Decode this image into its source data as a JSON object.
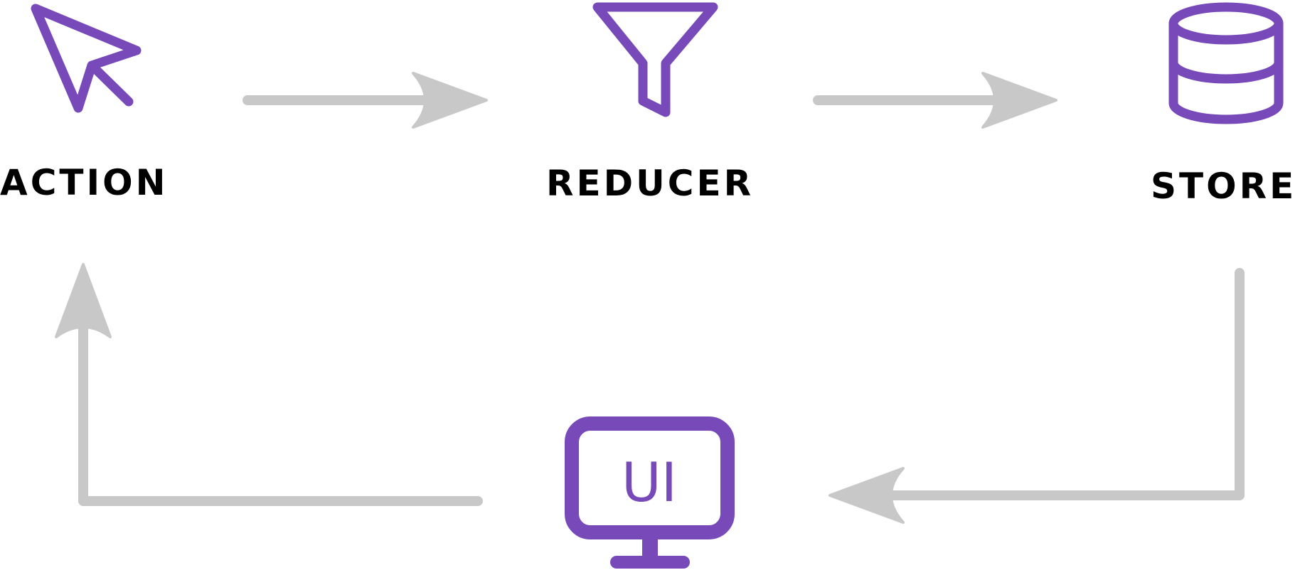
{
  "diagram": {
    "title": "",
    "colors": {
      "icon": "#7749b9",
      "arrow": "#c8c8c8",
      "label": "#000000",
      "background": "#ffffff"
    },
    "nodes": [
      {
        "id": "action",
        "label": "ACTION",
        "icon": "cursor-pointer-icon"
      },
      {
        "id": "reducer",
        "label": "REDUCER",
        "icon": "funnel-icon"
      },
      {
        "id": "store",
        "label": "STORE",
        "icon": "database-icon"
      },
      {
        "id": "ui",
        "label": "UI",
        "icon": "monitor-icon"
      }
    ],
    "edges": [
      {
        "from": "action",
        "to": "reducer",
        "direction": "right"
      },
      {
        "from": "reducer",
        "to": "store",
        "direction": "right"
      },
      {
        "from": "store",
        "to": "ui",
        "direction": "down-then-left"
      },
      {
        "from": "ui",
        "to": "action",
        "direction": "left-then-up"
      }
    ],
    "ui_screen_text": "UI"
  }
}
